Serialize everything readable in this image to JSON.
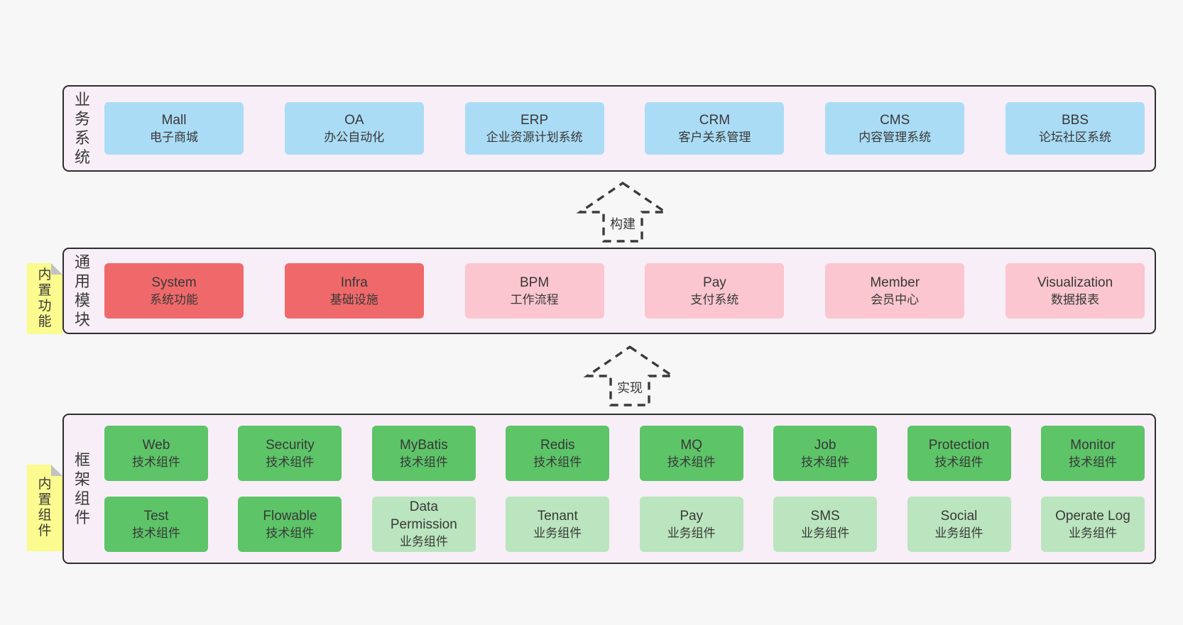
{
  "colors": {
    "page-bg": "#f7f7f7",
    "panel-bg": "#f8eef7",
    "panel-border": "#2e2e2e",
    "blue": "#abdcf5",
    "red": "#f0696a",
    "pink": "#fbc6cf",
    "green": "#5dc468",
    "lightgreen": "#bae5be",
    "yellow": "#fbfb8f",
    "fold": "#c2c2c2",
    "text": "#383838"
  },
  "layers": [
    {
      "id": "business-systems",
      "label": "业务系统",
      "note": null,
      "rows": [
        [
          {
            "en": "Mall",
            "zh": "电子商城",
            "variant": "blue"
          },
          {
            "en": "OA",
            "zh": "办公自动化",
            "variant": "blue"
          },
          {
            "en": "ERP",
            "zh": "企业资源计划系统",
            "variant": "blue"
          },
          {
            "en": "CRM",
            "zh": "客户关系管理",
            "variant": "blue"
          },
          {
            "en": "CMS",
            "zh": "内容管理系统",
            "variant": "blue"
          },
          {
            "en": "BBS",
            "zh": "论坛社区系统",
            "variant": "blue"
          }
        ]
      ]
    },
    {
      "id": "common-modules",
      "label": "通用模块",
      "note": "内置功能",
      "rows": [
        [
          {
            "en": "System",
            "zh": "系统功能",
            "variant": "red"
          },
          {
            "en": "Infra",
            "zh": "基础设施",
            "variant": "red"
          },
          {
            "en": "BPM",
            "zh": "工作流程",
            "variant": "pink"
          },
          {
            "en": "Pay",
            "zh": "支付系统",
            "variant": "pink"
          },
          {
            "en": "Member",
            "zh": "会员中心",
            "variant": "pink"
          },
          {
            "en": "Visualization",
            "zh": "数据报表",
            "variant": "pink"
          }
        ]
      ]
    },
    {
      "id": "framework-components",
      "label": "框架组件",
      "note": "内置组件",
      "rows": [
        [
          {
            "en": "Web",
            "zh": "技术组件",
            "variant": "green"
          },
          {
            "en": "Security",
            "zh": "技术组件",
            "variant": "green"
          },
          {
            "en": "MyBatis",
            "zh": "技术组件",
            "variant": "green"
          },
          {
            "en": "Redis",
            "zh": "技术组件",
            "variant": "green"
          },
          {
            "en": "MQ",
            "zh": "技术组件",
            "variant": "green"
          },
          {
            "en": "Job",
            "zh": "技术组件",
            "variant": "green"
          },
          {
            "en": "Protection",
            "zh": "技术组件",
            "variant": "green"
          },
          {
            "en": "Monitor",
            "zh": "技术组件",
            "variant": "green"
          }
        ],
        [
          {
            "en": "Test",
            "zh": "技术组件",
            "variant": "green"
          },
          {
            "en": "Flowable",
            "zh": "技术组件",
            "variant": "green"
          },
          {
            "en": "Data Permission",
            "zh": "业务组件",
            "variant": "lightgreen"
          },
          {
            "en": "Tenant",
            "zh": "业务组件",
            "variant": "lightgreen"
          },
          {
            "en": "Pay",
            "zh": "业务组件",
            "variant": "lightgreen"
          },
          {
            "en": "SMS",
            "zh": "业务组件",
            "variant": "lightgreen"
          },
          {
            "en": "Social",
            "zh": "业务组件",
            "variant": "lightgreen"
          },
          {
            "en": "Operate Log",
            "zh": "业务组件",
            "variant": "lightgreen"
          }
        ]
      ]
    }
  ],
  "arrows": [
    {
      "label": "构建"
    },
    {
      "label": "实现"
    }
  ]
}
